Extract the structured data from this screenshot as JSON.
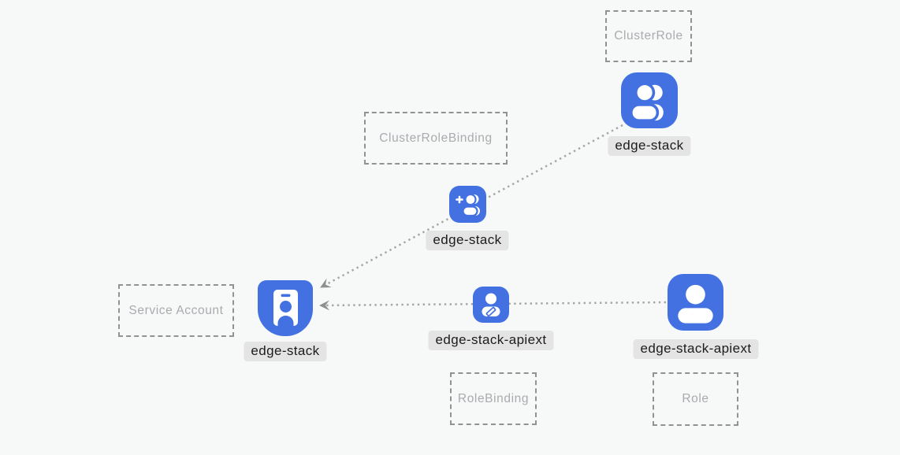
{
  "canvas": {
    "background": "#f7f8f8"
  },
  "colors": {
    "node_blue": "#4371e1",
    "glyph_white": "#ffffff",
    "label_bg": "#e4e4e5",
    "label_text": "#1c1c1c",
    "box_border": "#909294",
    "box_text": "#a9abae",
    "edge_gray": "#a6a6a6",
    "arrow_gray": "#8f8f8f"
  },
  "type_boxes": [
    {
      "label": "ClusterRole"
    },
    {
      "label": "ClusterRoleBinding"
    },
    {
      "label": "Service Account"
    },
    {
      "label": "RoleBinding"
    },
    {
      "label": "Role"
    }
  ],
  "nodes": [
    {
      "label": "edge-stack",
      "kind": "ClusterRole",
      "icon": "users-icon"
    },
    {
      "label": "edge-stack",
      "kind": "ClusterRoleBinding",
      "icon": "user-plus-icon"
    },
    {
      "label": "edge-stack",
      "kind": "ServiceAccount",
      "icon": "id-badge-icon"
    },
    {
      "label": "edge-stack-apiext",
      "kind": "RoleBinding",
      "icon": "user-edit-icon"
    },
    {
      "label": "edge-stack-apiext",
      "kind": "Role",
      "icon": "user-icon"
    }
  ],
  "edges": [
    {
      "from": "clusterrole-edge-stack",
      "to": "serviceaccount-edge-stack",
      "style": "dotted-arrow"
    },
    {
      "from": "role-edge-stack-apiext",
      "to": "serviceaccount-edge-stack",
      "style": "dotted-arrow"
    }
  ]
}
